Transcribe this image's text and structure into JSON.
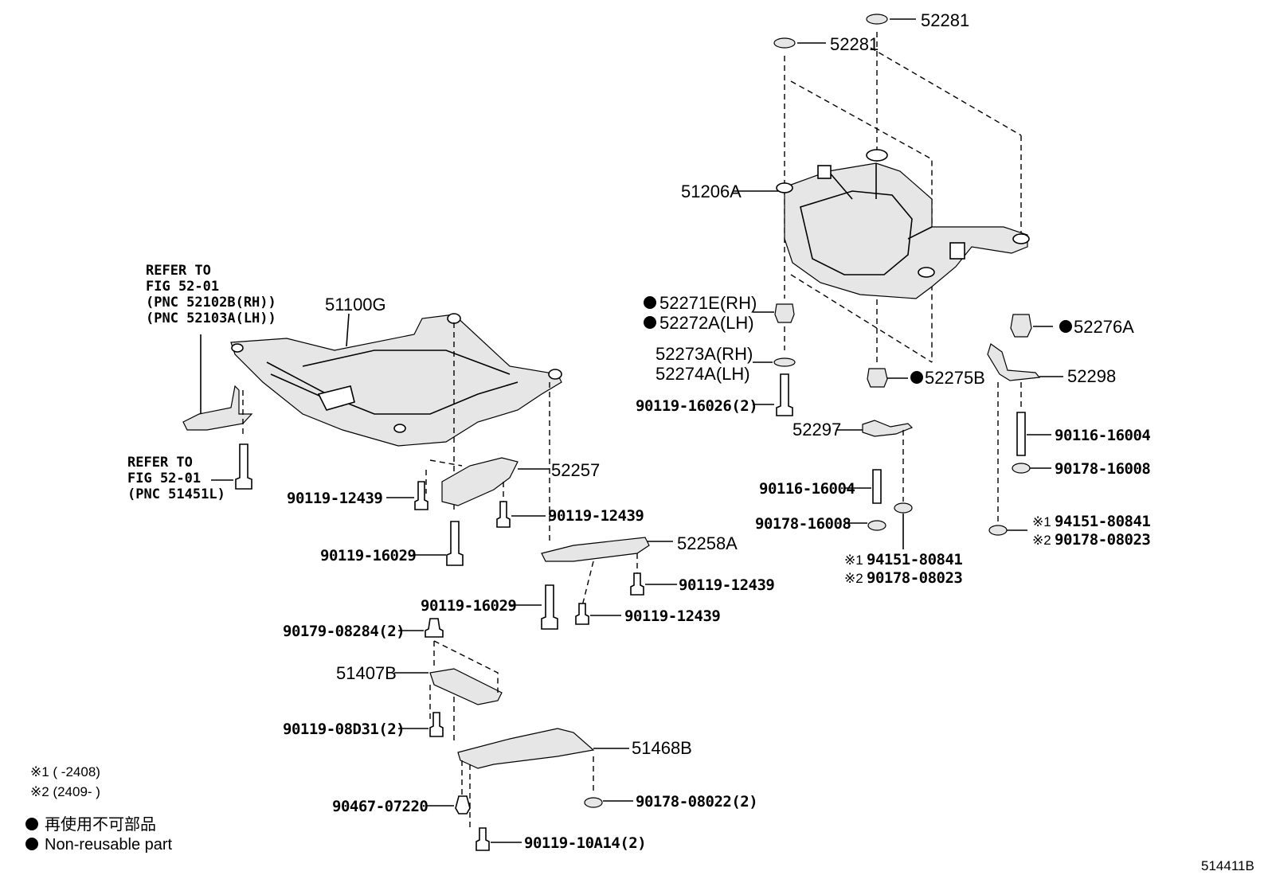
{
  "diagram_id": "514411B",
  "refer_top": [
    "REFER TO",
    "FIG 52-01",
    "(PNC 52102B(RH))",
    "(PNC 52103A(LH))"
  ],
  "refer_bottom": [
    "REFER TO",
    "FIG 52-01",
    "(PNC 51451L)"
  ],
  "labels": {
    "p52281a": "52281",
    "p52281b": "52281",
    "p51206A": "51206A",
    "p52271E": "52271E(RH)",
    "p52272A": "52272A(LH)",
    "p52273A": "52273A(RH)",
    "p52274A": "52274A(LH)",
    "p90119_16026": "90119-16026(2)",
    "p52276A": "52276A",
    "p52275B": "52275B",
    "p52298": "52298",
    "p52297": "52297",
    "p90116_16004a": "90116-16004",
    "p90178_16008a": "90178-16008",
    "p90116_16004b": "90116-16004",
    "p90178_16008b": "90178-16008",
    "p94151_a": "94151-80841",
    "p90178_08023a": "90178-08023",
    "p94151_b": "94151-80841",
    "p90178_08023b": "90178-08023",
    "p51100G": "51100G",
    "p52257": "52257",
    "p90119_12439a": "90119-12439",
    "p90119_12439b": "90119-12439",
    "p90119_16029a": "90119-16029",
    "p52258A": "52258A",
    "p90119_12439c": "90119-12439",
    "p90119_16029b": "90119-16029",
    "p90119_12439d": "90119-12439",
    "p90179_08284": "90179-08284(2)",
    "p51407B": "51407B",
    "p90119_08D31": "90119-08D31(2)",
    "p51468B": "51468B",
    "p90467_07220": "90467-07220",
    "p90178_08022": "90178-08022(2)",
    "p90119_10A14": "90119-10A14(2)"
  },
  "marks": {
    "note1": "※1",
    "note2": "※2"
  },
  "legend": {
    "range1": "※1 (      -2408)",
    "range2": "※2 (2409-      )",
    "jp": "再使用不可部品",
    "en": "Non-reusable part"
  }
}
